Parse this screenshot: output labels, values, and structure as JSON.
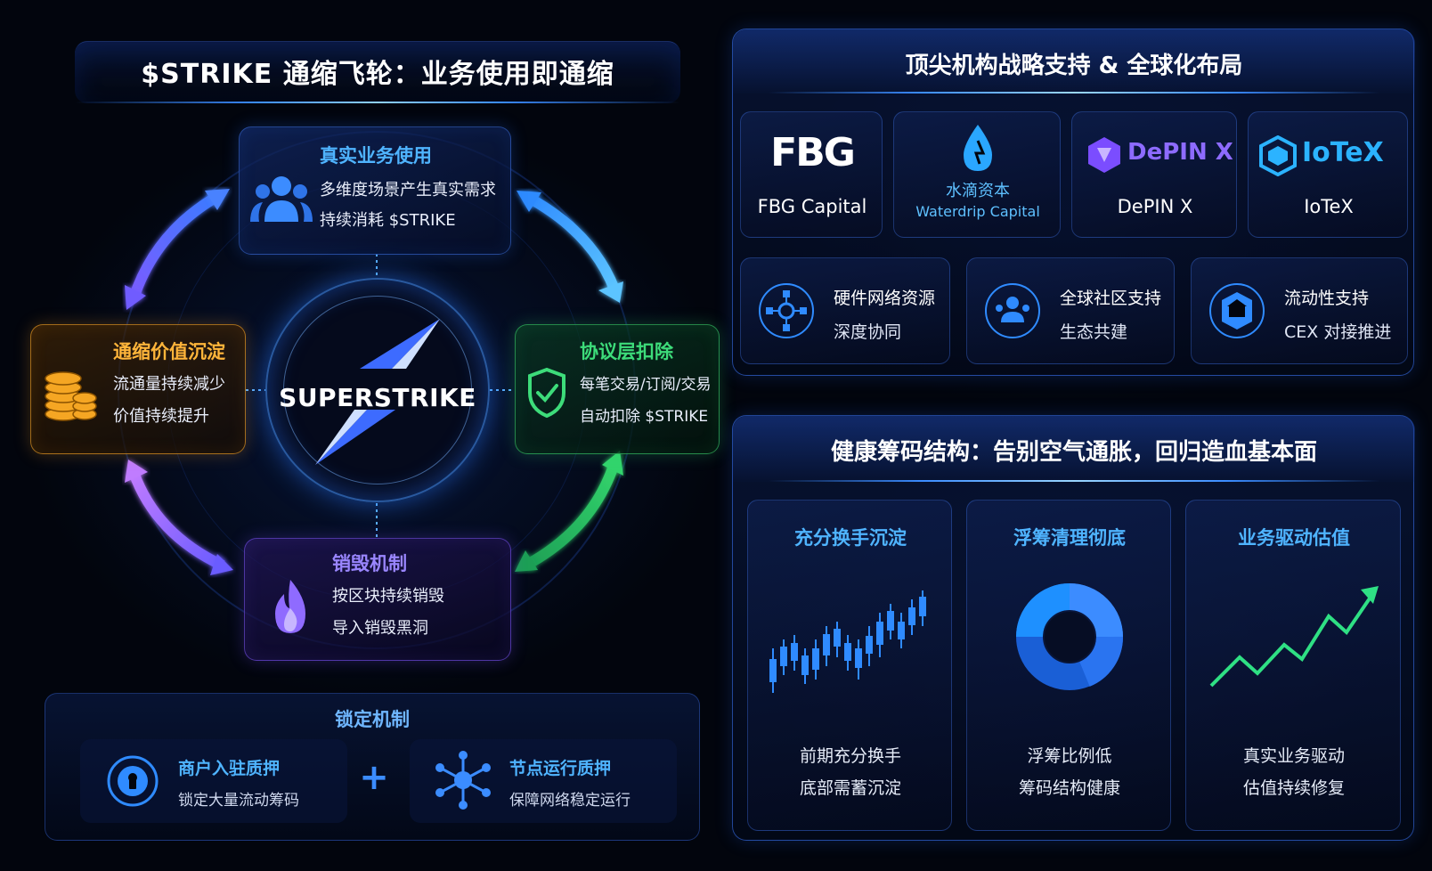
{
  "left_title": "$STRIKE 通缩飞轮：业务使用即通缩",
  "flywheel": {
    "center_logo": "SUPERSTRIKE",
    "top": {
      "title": "真实业务使用",
      "line1": "多维度场景产生真实需求",
      "line2": "持续消耗 $STRIKE",
      "icon": "users-icon"
    },
    "right": {
      "title": "协议层扣除",
      "line1": "每笔交易/订阅/交易",
      "line2": "自动扣除 $STRIKE",
      "icon": "shield-check-icon"
    },
    "bottom": {
      "title": "销毁机制",
      "line1": "按区块持续销毁",
      "line2": "导入销毁黑洞",
      "icon": "flame-icon"
    },
    "left": {
      "title": "通缩价值沉淀",
      "line1": "流通量持续减少",
      "line2": "价值持续提升",
      "icon": "coins-icon"
    }
  },
  "lock": {
    "title": "锁定机制",
    "item1": {
      "title": "商户入驻质押",
      "desc": "锁定大量流动筹码",
      "icon": "lock-icon"
    },
    "plus": "+",
    "item2": {
      "title": "节点运行质押",
      "desc": "保障网络稳定运行",
      "icon": "network-node-icon"
    }
  },
  "institutions": {
    "title": "顶尖机构战略支持 & 全球化布局",
    "logos": [
      {
        "mark": "FBG",
        "name": "FBG Capital"
      },
      {
        "mark": "水滴资本",
        "name": "Waterdrip Capital"
      },
      {
        "mark": "DePIN X",
        "name": "DePIN X"
      },
      {
        "mark": "IoTeX",
        "name": "IoTeX"
      }
    ],
    "supports": [
      {
        "line1": "硬件网络资源",
        "line2": "深度协同",
        "icon": "hardware-network-icon"
      },
      {
        "line1": "全球社区支持",
        "line2": "生态共建",
        "icon": "community-icon"
      },
      {
        "line1": "流动性支持",
        "line2": "CEX 对接推进",
        "icon": "exchange-icon"
      }
    ]
  },
  "health": {
    "title": "健康筹码结构：告别空气通胀，回归造血基本面",
    "cards": [
      {
        "title": "充分换手沉淀",
        "line1": "前期充分换手",
        "line2": "底部需蓄沉淀",
        "icon": "candlestick-chart-icon"
      },
      {
        "title": "浮筹清理彻底",
        "line1": "浮筹比例低",
        "line2": "筹码结构健康",
        "icon": "donut-chart-icon"
      },
      {
        "title": "业务驱动估值",
        "line1": "真实业务驱动",
        "line2": "估值持续修复",
        "icon": "trend-up-icon"
      }
    ]
  },
  "colors": {
    "accent_blue": "#4fb4ff",
    "gold": "#ffb53a",
    "green": "#3ddc7a",
    "purple": "#9a86ff",
    "border_blue": "#3b6fff"
  }
}
